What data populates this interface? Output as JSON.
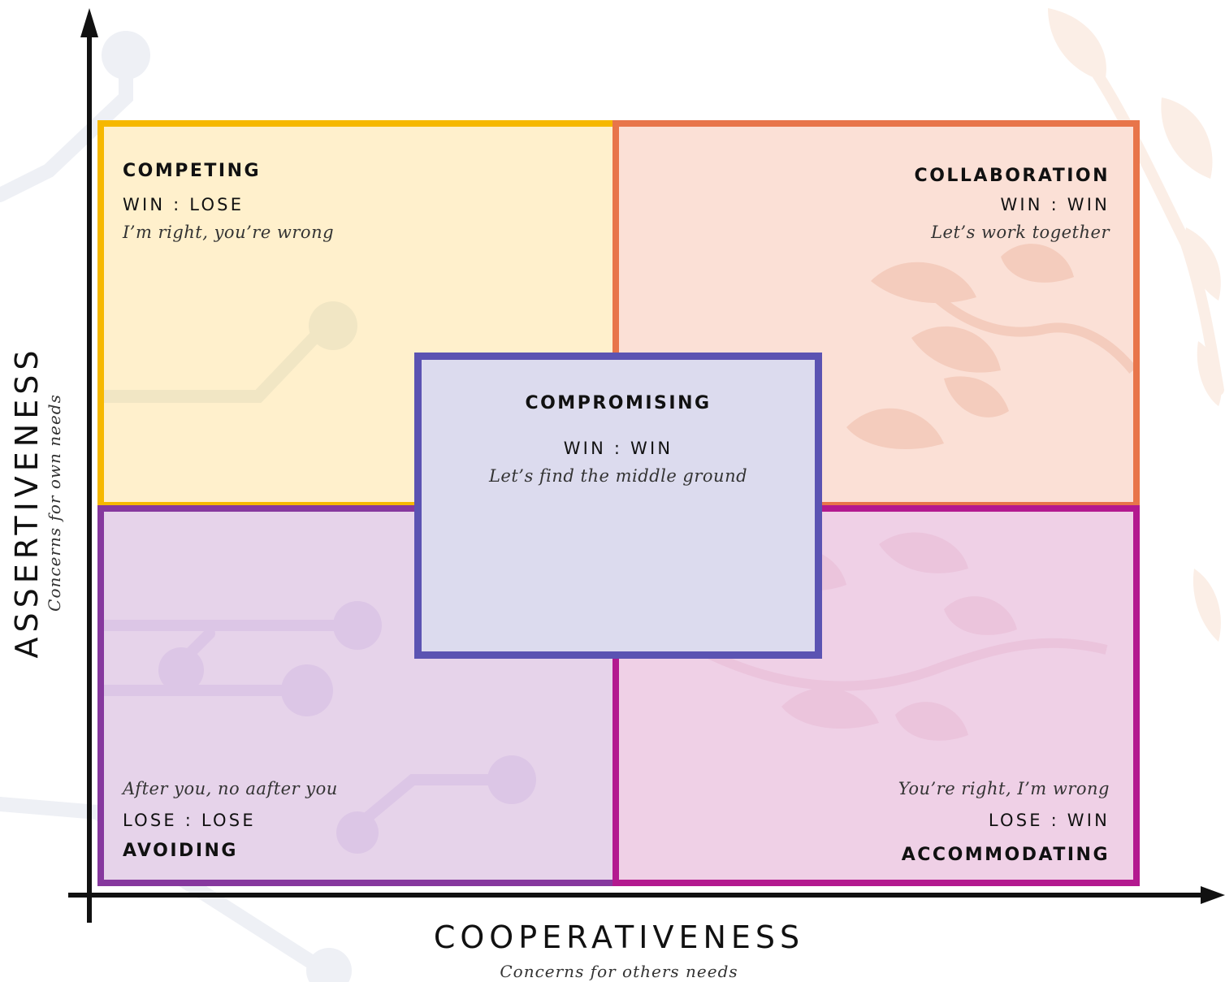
{
  "axes": {
    "y": {
      "title": "ASSERTIVENESS",
      "subtitle": "Concerns for own needs"
    },
    "x": {
      "title": "COOPERATIVENESS",
      "subtitle": "Concerns for others needs"
    }
  },
  "quadrants": {
    "competing": {
      "title": "COMPETING",
      "outcome": "WIN : LOSE",
      "quote": "I’m right, you’re wrong"
    },
    "collaboration": {
      "title": "COLLABORATION",
      "outcome": "WIN : WIN",
      "quote": "Let’s work together"
    },
    "compromising": {
      "title": "COMPROMISING",
      "outcome": "WIN : WIN",
      "quote": "Let’s find the middle ground"
    },
    "avoiding": {
      "title": "AVOIDING",
      "outcome": "LOSE : LOSE",
      "quote": "After you, no aafter you"
    },
    "accommodating": {
      "title": "ACCOMMODATING",
      "outcome": "LOSE : WIN",
      "quote": "You’re right, I’m wrong"
    }
  },
  "colors": {
    "competing_border": "#f6b800",
    "competing_fill": "#fff0cc",
    "collaboration_border": "#e8754a",
    "collaboration_fill": "#fbe0d6",
    "compromising_border": "#5b53b2",
    "compromising_fill": "#dcdbee",
    "avoiding_border": "#86389e",
    "avoiding_fill": "#e6d3ea",
    "accommodating_border": "#b3198f",
    "accommodating_fill": "#efd0e6",
    "axis": "#111111"
  }
}
